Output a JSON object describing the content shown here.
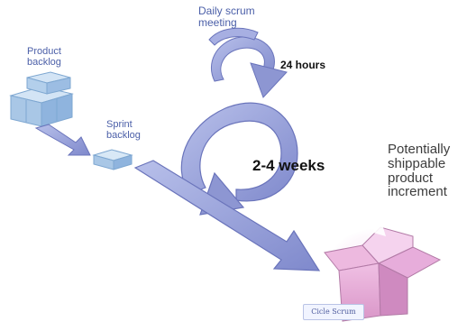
{
  "labels": {
    "daily_scrum": [
      "Daily scrum",
      "meeting"
    ],
    "product_backlog": [
      "Product",
      "backlog"
    ],
    "sprint_backlog": [
      "Sprint",
      "backlog"
    ],
    "twenty_four_hours": "24 hours",
    "two_four_weeks": "2-4 weeks",
    "increment": [
      "Potentially",
      "shippable",
      "product",
      "increment"
    ],
    "cicle_scrum": "Cicle Scrum"
  },
  "colors": {
    "arrow_fill": "#8f98d4",
    "arrow_dark": "#5c67b4",
    "box_pink": "#e6a6d6",
    "box_pink_dark": "#c77fb7",
    "block_blue": "#b8d2ec",
    "label_blue": "#4b5fa8"
  }
}
